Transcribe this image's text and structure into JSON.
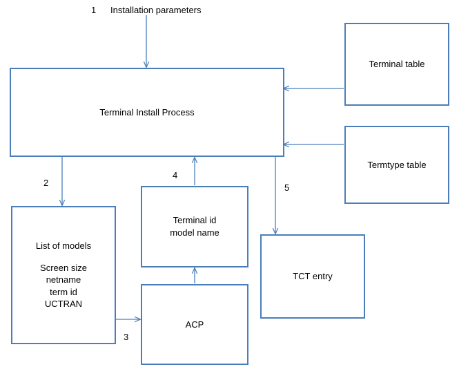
{
  "diagram": {
    "title_label": "Installation parameters",
    "nodes": [
      {
        "id": "terminal-install-process",
        "label": "Terminal Install Process"
      },
      {
        "id": "terminal-table",
        "label": "Terminal table"
      },
      {
        "id": "termtype-table",
        "label": "Termtype table"
      },
      {
        "id": "list-of-models",
        "line1": "List of models",
        "line2": "Screen size",
        "line3": "netname",
        "line4": "term id",
        "line5": "UCTRAN"
      },
      {
        "id": "terminal-id-model-name",
        "line1": "Terminal id",
        "line2": "model name"
      },
      {
        "id": "acp",
        "label": "ACP"
      },
      {
        "id": "tct-entry",
        "label": "TCT entry"
      }
    ],
    "markers": {
      "one": "1",
      "two": "2",
      "three": "3",
      "four": "4",
      "five": "5"
    },
    "colors": {
      "border": "#4a7ebb",
      "arrow": "#4a7ebb",
      "text": "#000000",
      "background": "#ffffff"
    }
  }
}
